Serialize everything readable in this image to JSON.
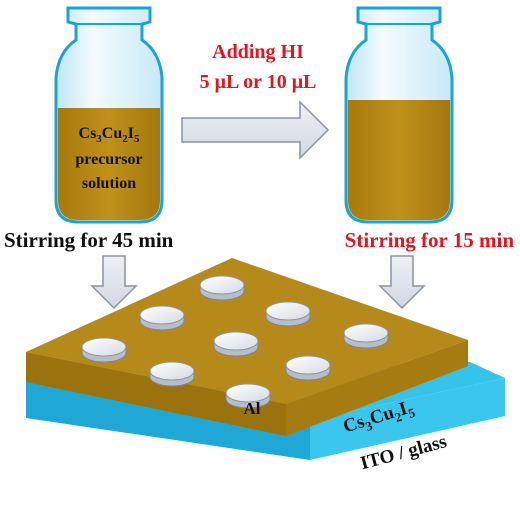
{
  "colors": {
    "solution": "#b8860b",
    "solution_dark": "#a07810",
    "vial_glass": "#dff3fb",
    "vial_edge": "#1ba3d6",
    "arrow_fill": "#e2e5ee",
    "arrow_edge": "#8a93a3",
    "film_top": "#b78a17",
    "film_side": "#8d6a0e",
    "substrate_top": "#36c3ea",
    "substrate_side": "#1697c6",
    "electrode": "#eef1f5",
    "label_black": "#111111",
    "label_red": "#e8141c"
  },
  "left_vial": {
    "formula": {
      "base": "Cs",
      "s1": "3",
      "cu": "Cu",
      "s2": "2",
      "i": "I",
      "s3": "5"
    },
    "line2": "precursor",
    "line3": "solution"
  },
  "step_arrow": {
    "line1": "Adding HI",
    "line2": "5 μL  or 10 μL"
  },
  "stir_left": "Stirring for 45 min",
  "stir_right": "Stirring for 15 min",
  "device": {
    "film_formula": {
      "base": "Cs",
      "s1": "3",
      "cu": "Cu",
      "s2": "2",
      "i": "I",
      "s3": "5"
    },
    "substrate_label": "ITO / glass",
    "electrode_label": "Al",
    "electrode_count": 9
  }
}
